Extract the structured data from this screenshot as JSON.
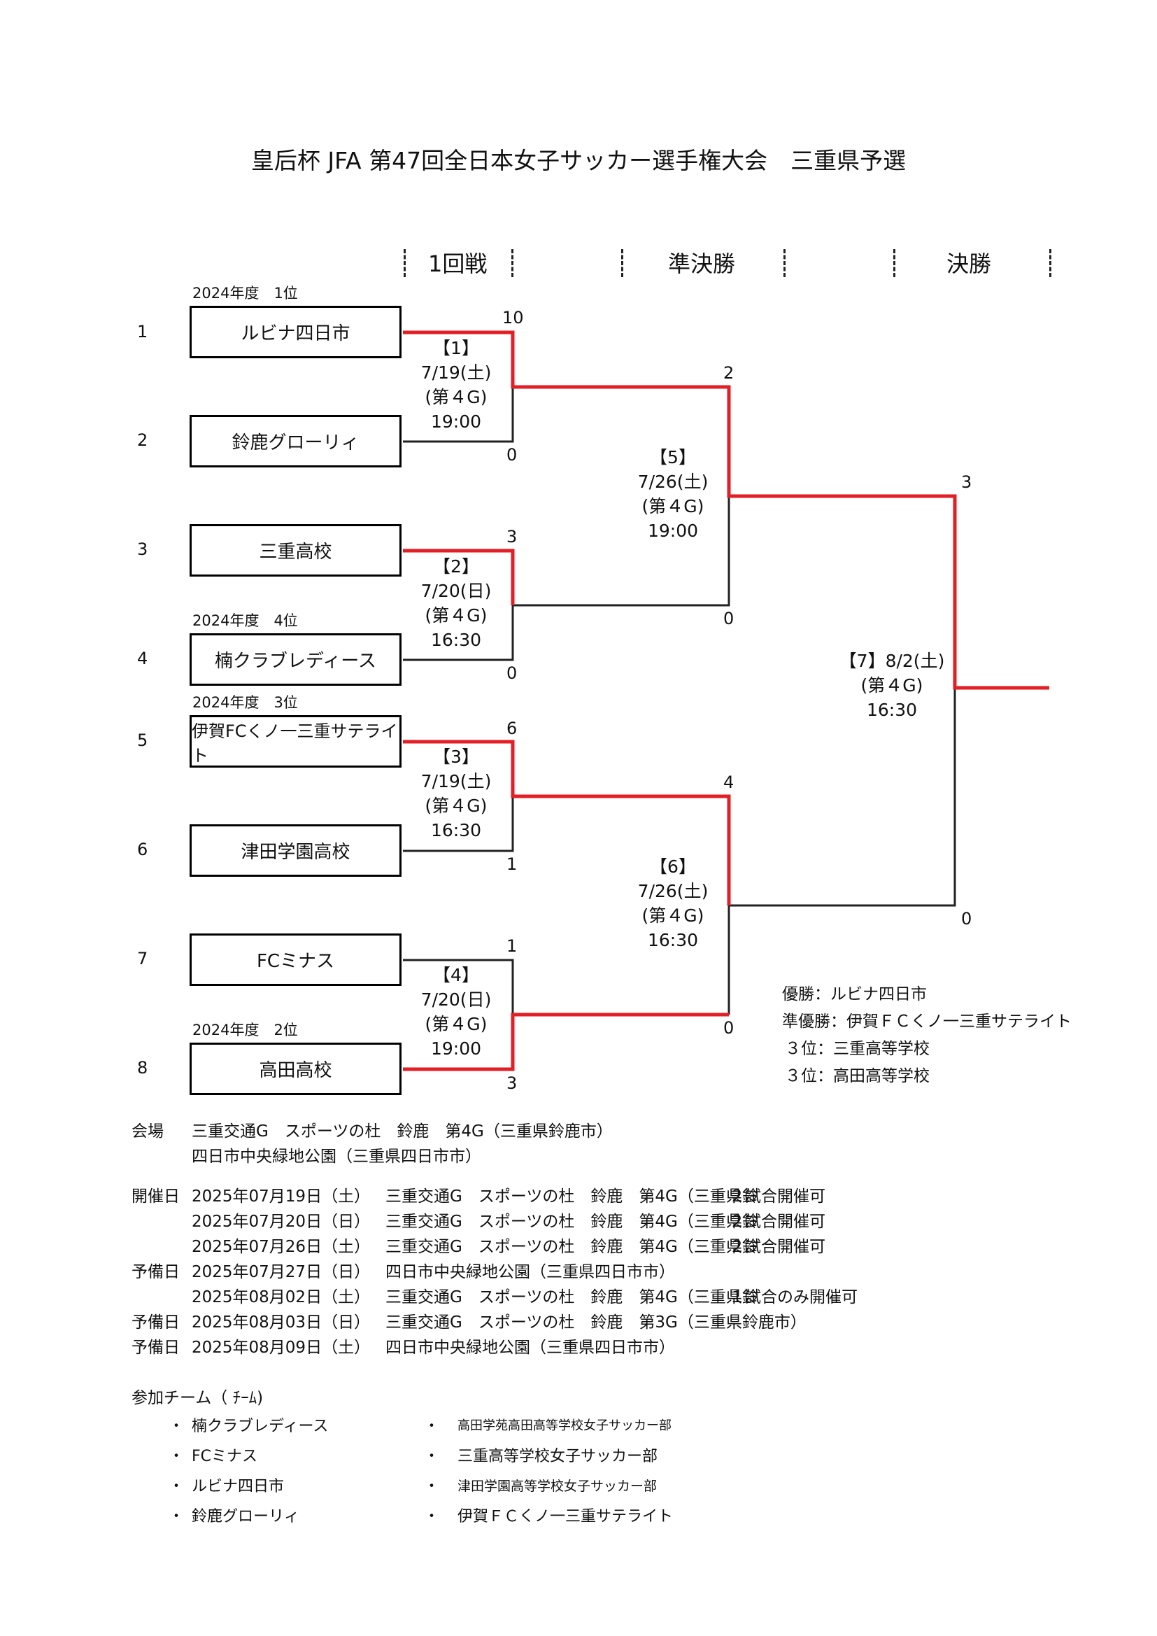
{
  "title": "皇后杯 JFA 第47回全日本女子サッカー選手権大会　三重県予選",
  "rounds": [
    "1回戦",
    "準決勝",
    "決勝"
  ],
  "teams": [
    {
      "seed": "1",
      "name": "ルビナ四日市",
      "note": "2024年度　1位"
    },
    {
      "seed": "2",
      "name": "鈴鹿グローリィ",
      "note": ""
    },
    {
      "seed": "3",
      "name": "三重高校",
      "note": ""
    },
    {
      "seed": "4",
      "name": "楠クラブレディース",
      "note": "2024年度　4位"
    },
    {
      "seed": "5",
      "name": "伊賀FCくノ一三重サテライト",
      "note": "2024年度　3位"
    },
    {
      "seed": "6",
      "name": "津田学園高校",
      "note": ""
    },
    {
      "seed": "7",
      "name": "FCミナス",
      "note": ""
    },
    {
      "seed": "8",
      "name": "高田高校",
      "note": "2024年度　2位"
    }
  ],
  "matches": [
    {
      "no": "【1】",
      "date": "7/19(土)",
      "venue": "(第４G)",
      "time": "19:00",
      "score_top": "10",
      "score_bottom": "0"
    },
    {
      "no": "【2】",
      "date": "7/20(日)",
      "venue": "(第４G)",
      "time": "16:30",
      "score_top": "3",
      "score_bottom": "0"
    },
    {
      "no": "【3】",
      "date": "7/19(土)",
      "venue": "(第４G)",
      "time": "16:30",
      "score_top": "6",
      "score_bottom": "1"
    },
    {
      "no": "【4】",
      "date": "7/20(日)",
      "venue": "(第４G)",
      "time": "19:00",
      "score_top": "1",
      "score_bottom": "3"
    },
    {
      "no": "【5】",
      "date": "7/26(土)",
      "venue": "(第４G)",
      "time": "19:00",
      "score_top": "2",
      "score_bottom": "0"
    },
    {
      "no": "【6】",
      "date": "7/26(土)",
      "venue": "(第４G)",
      "time": "16:30",
      "score_top": "4",
      "score_bottom": "0"
    },
    {
      "no": "【7】8/2(土)",
      "date": "",
      "venue": "(第４G)",
      "time": "16:30",
      "score_top": "3",
      "score_bottom": "0"
    }
  ],
  "results": [
    "優勝：ルビナ四日市",
    "準優勝：伊賀ＦＣくノ一三重サテライト",
    "３位：三重高等学校",
    "３位：高田高等学校"
  ],
  "venue_info": {
    "label": "会場",
    "lines": [
      "三重交通G　スポーツの杜　鈴鹿　第4G（三重県鈴鹿市）",
      "四日市中央緑地公園（三重県四日市市）"
    ]
  },
  "schedule": [
    {
      "label": "開催日",
      "date": "2025年07月19日（土）",
      "place": "三重交通G　スポーツの杜　鈴鹿　第4G（三重県鈴",
      "note": "２試合開催可"
    },
    {
      "label": "",
      "date": "2025年07月20日（日）",
      "place": "三重交通G　スポーツの杜　鈴鹿　第4G（三重県鈴",
      "note": "２試合開催可"
    },
    {
      "label": "",
      "date": "2025年07月26日（土）",
      "place": "三重交通G　スポーツの杜　鈴鹿　第4G（三重県鈴",
      "note": "２試合開催可"
    },
    {
      "label": "予備日",
      "date": "2025年07月27日（日）",
      "place": "四日市中央緑地公園（三重県四日市市）",
      "note": ""
    },
    {
      "label": "",
      "date": "2025年08月02日（土）",
      "place": "三重交通G　スポーツの杜　鈴鹿　第4G（三重県鈴",
      "note": "１試合のみ開催可"
    },
    {
      "label": "予備日",
      "date": "2025年08月03日（日）",
      "place": "三重交通G　スポーツの杜　鈴鹿　第3G（三重県鈴鹿市）",
      "note": ""
    },
    {
      "label": "予備日",
      "date": "2025年08月09日（土）",
      "place": "四日市中央緑地公園（三重県四日市市）",
      "note": ""
    }
  ],
  "participants": {
    "title": "参加チーム（ ﾁｰﾑ)",
    "left": [
      "楠クラブレディース",
      "FCミナス",
      "ルビナ四日市",
      "鈴鹿グローリィ"
    ],
    "right": [
      "高田学苑高田高等学校女子サッカー部",
      "三重高等学校女子サッカー部",
      "津田学園高等学校女子サッカー部",
      "伊賀ＦＣくノ一三重サテライト"
    ],
    "bullet": "・"
  },
  "colors": {
    "winner_line": "#e31e24",
    "loser_line": "#222222"
  }
}
